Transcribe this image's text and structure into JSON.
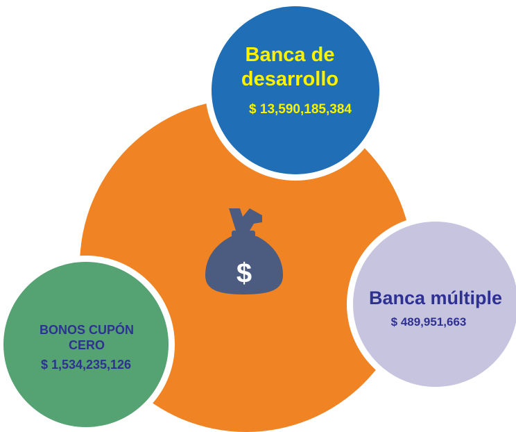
{
  "colors": {
    "center": "#F08424",
    "development": "#1F6EB6",
    "multiple": "#C7C4E0",
    "bonos": "#55A273",
    "bag": "#4B5C80",
    "yellow_text": "#FFF200",
    "navy_text": "#2E3192"
  },
  "icon": "money-bag-dollar-icon",
  "nodes": {
    "development": {
      "title": "Banca de desarrollo",
      "amount": "$  13,590,185,384"
    },
    "multiple": {
      "title": "Banca múltiple",
      "amount": "$ 489,951,663"
    },
    "bonos": {
      "title": "BONOS CUPÓN CERO",
      "amount": "$ 1,534,235,126"
    }
  }
}
